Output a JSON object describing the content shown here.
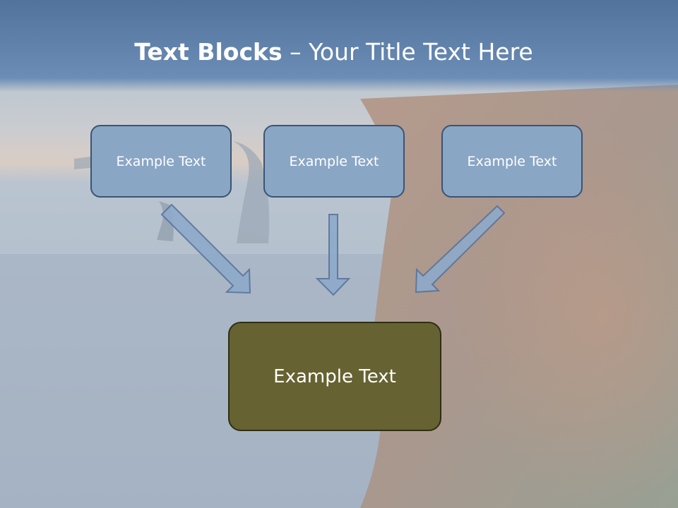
{
  "title": {
    "bold": "Text Blocks",
    "dash": " – ",
    "rest": "Your Title Text Here"
  },
  "blocks": [
    {
      "label": "Example Text"
    },
    {
      "label": "Example Text"
    },
    {
      "label": "Example Text"
    }
  ],
  "target": {
    "label": "Example Text"
  },
  "colors": {
    "title_bar": "#6a8cb6",
    "block_fill": "#8aa6c5",
    "block_border": "#3b5475",
    "target_fill": "#666232",
    "arrow_fill": "#8eaacb",
    "arrow_stroke": "#5a7499"
  }
}
